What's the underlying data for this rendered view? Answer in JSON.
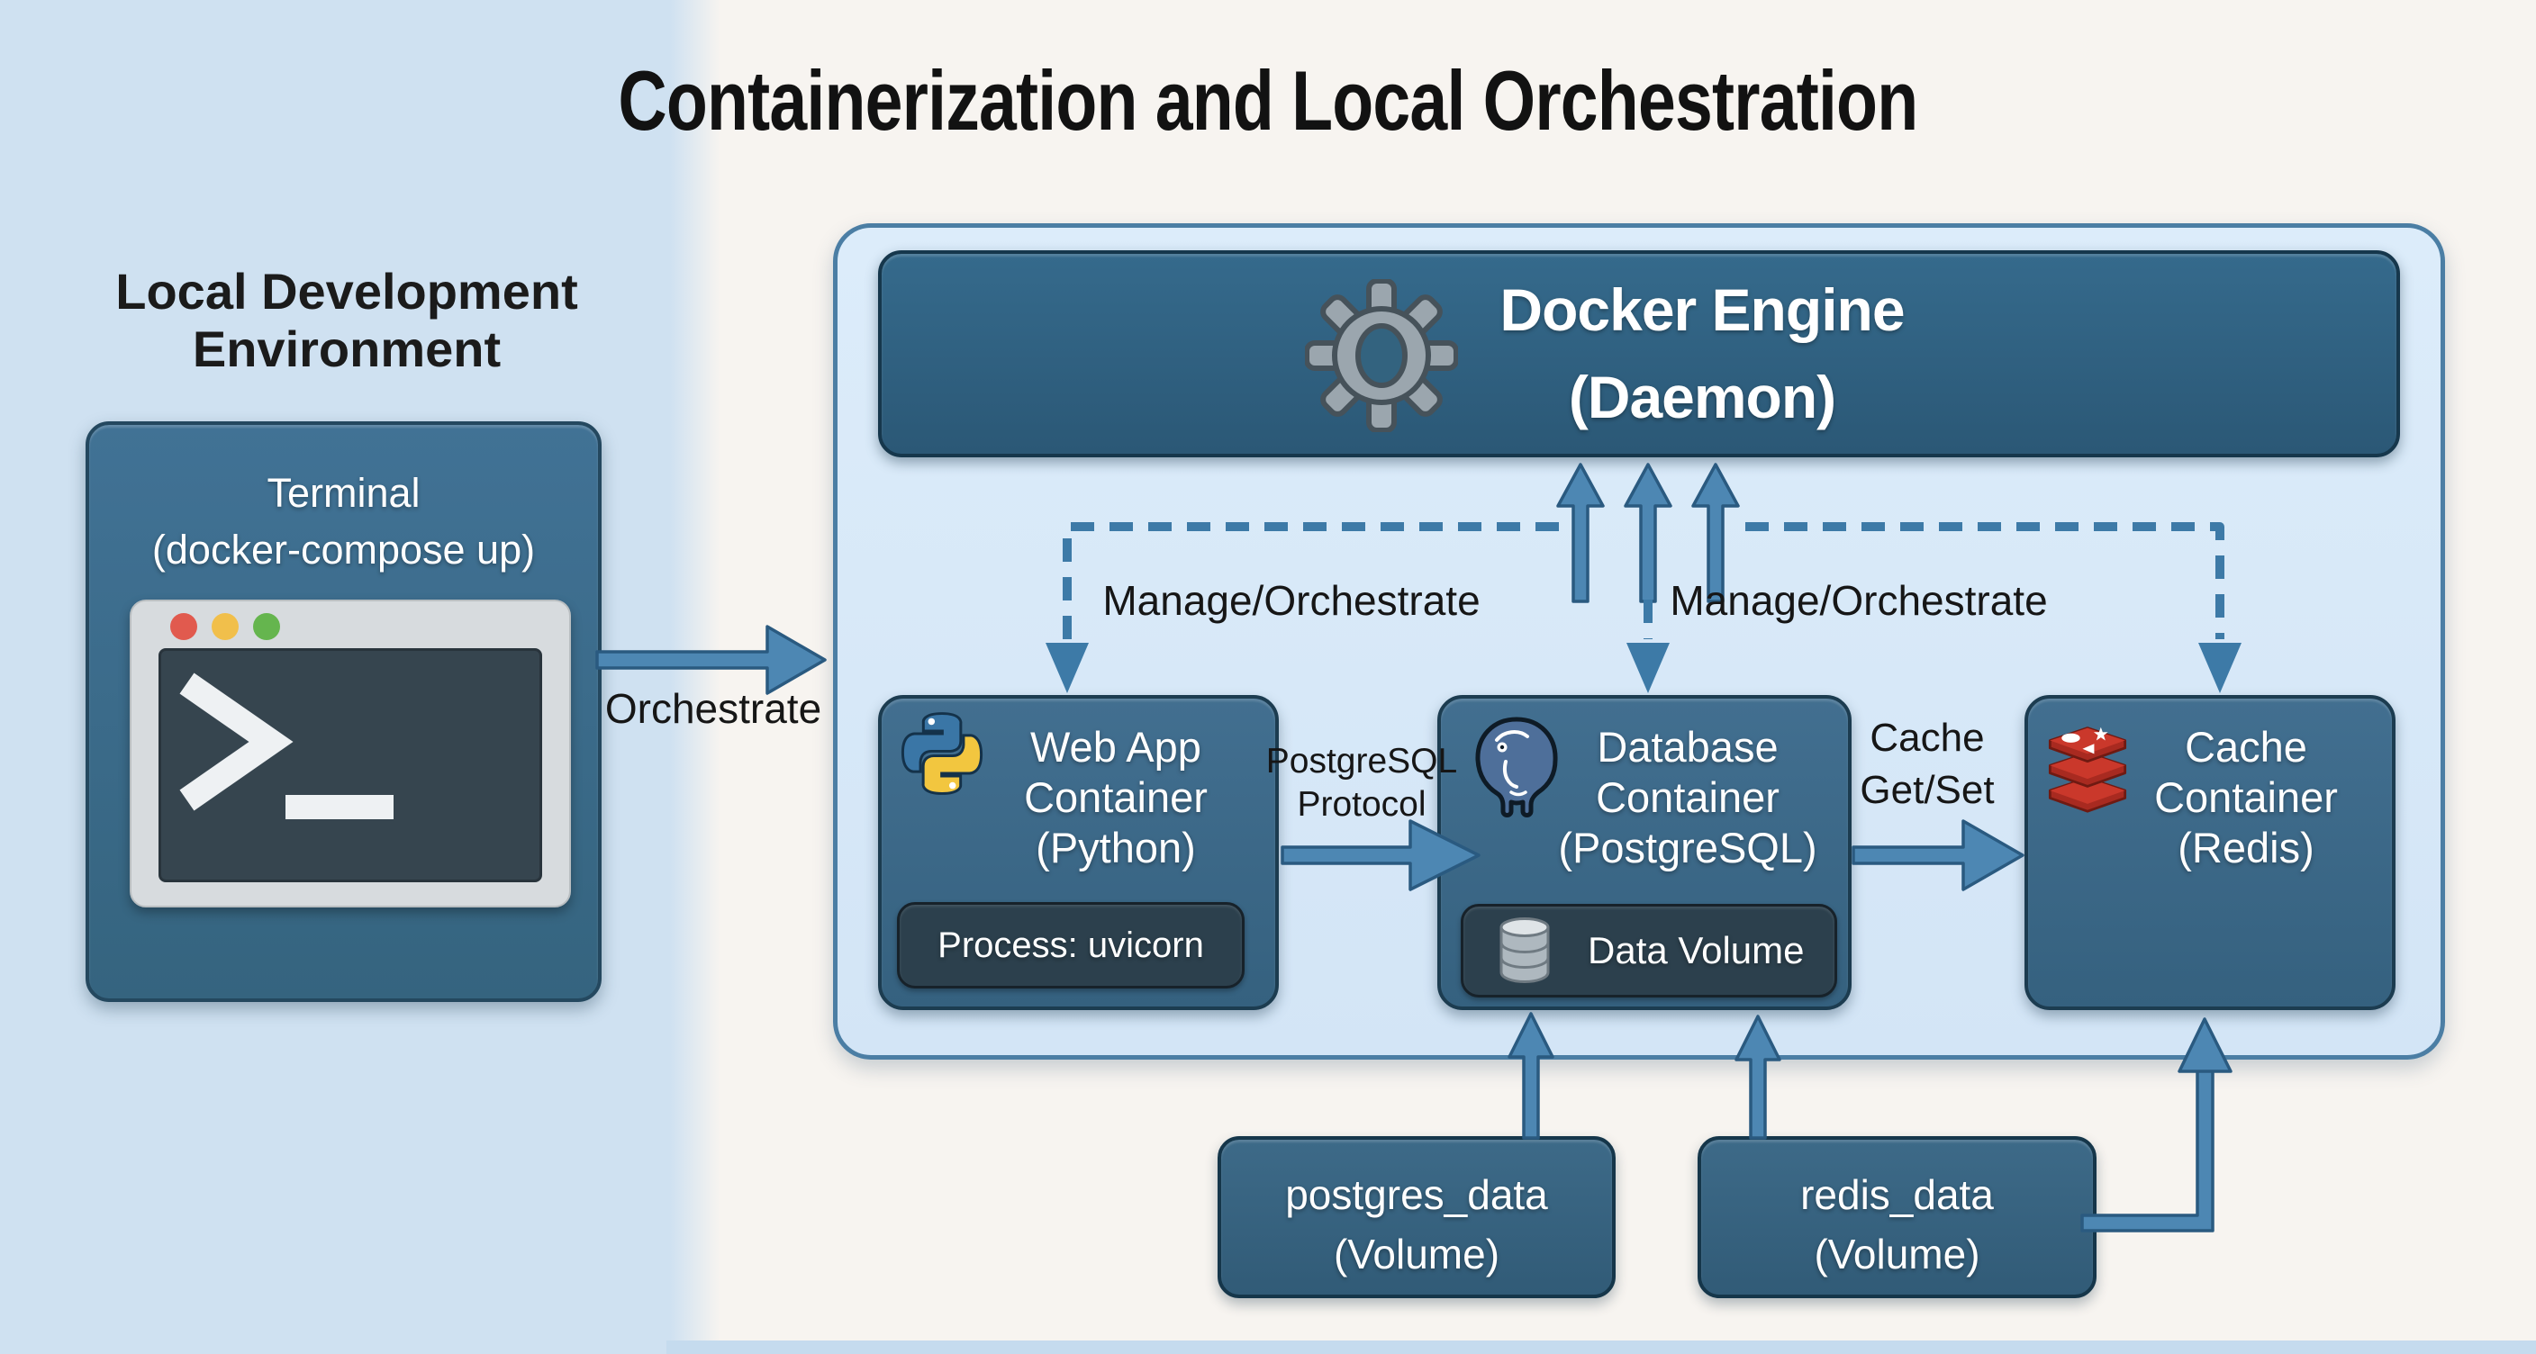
{
  "title": "Containerization and Local Orchestration",
  "left": {
    "heading": "Local Development\nEnvironment",
    "terminal_label": "Terminal\n(docker-compose up)"
  },
  "labels": {
    "orchestrate": "Orchestrate",
    "manage_left": "Manage/Orchestrate",
    "manage_right": "Manage/Orchestrate",
    "pg_protocol": "PostgreSQL\nProtocol",
    "cache_getset": "Cache\nGet/Set"
  },
  "engine": {
    "name": "Docker Engine\n(Daemon)"
  },
  "containers": {
    "webapp": {
      "name": "Web App\nContainer\n(Python)",
      "process": "Process: uvicorn"
    },
    "database": {
      "name": "Database\nContainer\n(PostgreSQL)",
      "volume": "Data Volume"
    },
    "cache": {
      "name": "Cache\nContainer\n(Redis)"
    }
  },
  "volumes": {
    "postgres": "postgres_data\n(Volume)",
    "redis": "redis_data\n(Volume)"
  },
  "colors": {
    "arrow_blue": "#4d87b3",
    "arrow_outline": "#2a5a80",
    "dashed_blue": "#3d7aa7",
    "host_fill": "#d9e9f8",
    "host_border": "#4b7ea4",
    "engine_fill": "#2f607f",
    "container_fill": "#3e6c8c",
    "subbox_fill": "#2c404d",
    "left_band": "#cfe1f1",
    "page_bg": "#f7f4f0",
    "redis_red": "#c6302b",
    "python_blue": "#3a76a6",
    "python_yellow": "#f2c63f",
    "terminal_screen": "#36454f"
  }
}
